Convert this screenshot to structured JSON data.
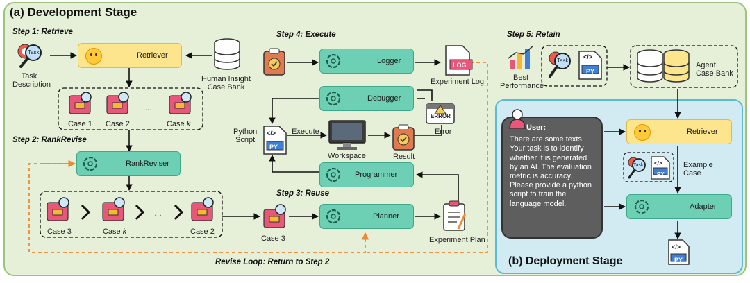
{
  "sections": {
    "development_title": "(a) Development Stage",
    "deployment_title": "(b) Deployment Stage"
  },
  "steps": {
    "retrieve": "Step 1: Retrieve",
    "rankrevise": "Step 2: RankRevise",
    "reuse": "Step 3: Reuse",
    "execute": "Step 4: Execute",
    "retain": "Step 5: Retain",
    "revise_loop": "Revise Loop: Return to Step 2"
  },
  "modules": {
    "retriever": "Retriever",
    "rankreviser": "RankReviser",
    "planner": "Planner",
    "programmer": "Programmer",
    "debugger": "Debugger",
    "logger": "Logger",
    "deploy_retriever": "Retriever",
    "adapter": "Adapter"
  },
  "labels": {
    "task_icon": "Task",
    "task_description": "Task\nDescription",
    "human_bank": "Human Insight\nCase Bank",
    "case1": "Case 1",
    "case2": "Case 2",
    "casek": "Case ",
    "casek_italic": "k",
    "ellipsis": "…",
    "case3": "Case 3",
    "reuse_case3": "Case 3",
    "python_script": "Python\nScript",
    "execute": "Execute",
    "workspace": "Workspace",
    "result": "Result",
    "error": "Error",
    "error_sign": "ERROR",
    "log_sign": "LOG",
    "experiment_log": "Experiment Log",
    "experiment_plan": "Experiment Plan",
    "py": "PY",
    "code": "</>",
    "best_performance": "Best\nPerformance",
    "agent_bank": "Agent\nCase Bank",
    "example_case": "Example\nCase"
  },
  "user": {
    "name": "User:",
    "message": "There are some texts. Your task is to identify whether it is generated by an AI. The evaluation metric is accuracy. Please provide a python script to train the language model."
  },
  "colors": {
    "dev_bg": "#e6efd8",
    "dev_border": "#9cc47e",
    "deploy_bg": "#d2ebf2",
    "deploy_border": "#5bbad6",
    "module_green": "#6dcfb3",
    "module_yellow": "#fde58d",
    "folder_red": "#e8567a",
    "loop_orange": "#f08a32"
  }
}
